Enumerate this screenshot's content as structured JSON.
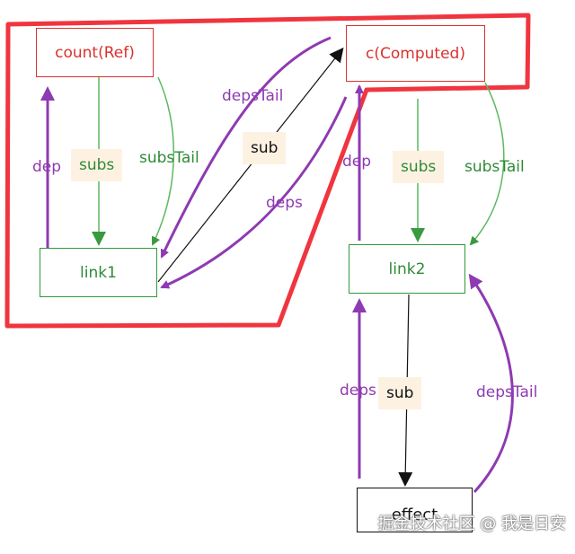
{
  "nodes": {
    "count_ref": "count(Ref)",
    "computed": "c(Computed)",
    "link1": "link1",
    "link2": "link2",
    "effect": "effect"
  },
  "edges": {
    "dep_left": "dep",
    "subs_left": "subs",
    "subsTail_left": "subsTail",
    "depsTail_top": "depsTail",
    "sub_top": "sub",
    "deps_top": "deps",
    "dep_right": "dep",
    "subs_right": "subs",
    "subsTail_right": "subsTail",
    "deps_bottom": "deps",
    "sub_bottom": "sub",
    "depsTail_bottom": "depsTail"
  },
  "watermark": "掘金技术社区 @ 我是日安",
  "colors": {
    "highlight": "#f0353f",
    "node_red": "#d9322e",
    "node_green": "#2e9a3a",
    "edge_purple": "#8e3ab2",
    "edge_green": "#5cb860",
    "edge_black": "#111111",
    "label_fill": "#fdf2e2"
  }
}
